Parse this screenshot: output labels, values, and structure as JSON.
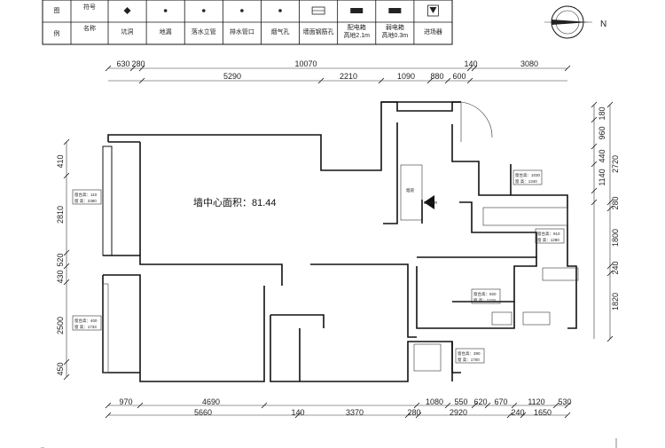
{
  "legend": {
    "row_labels": [
      "图",
      "例"
    ],
    "col_headers": [
      "符号",
      "名称"
    ],
    "items": [
      {
        "name": "坑洞",
        "symbol": "diamond-cross-icon"
      },
      {
        "name": "地漏",
        "symbol": "dot-icon"
      },
      {
        "name": "落水立管",
        "symbol": "dot-icon"
      },
      {
        "name": "排水管口",
        "symbol": "dot-icon"
      },
      {
        "name": "烟气孔",
        "symbol": "dot-icon"
      },
      {
        "name": "墙面钢筋孔",
        "symbol": "grid-box-icon"
      },
      {
        "name": "配电箱",
        "line2": "高地2.1m",
        "symbol": "filled-bar-icon"
      },
      {
        "name": "弱电箱",
        "line2": "高地0.3m",
        "symbol": "filled-bar-icon"
      },
      {
        "name": "进场器",
        "symbol": "triangle-icon"
      }
    ]
  },
  "compass": {
    "label": "N"
  },
  "area_label": "墙中心面积：81.44",
  "top_dims": {
    "row1": [
      "630",
      "280",
      "10070",
      "140",
      "3080"
    ],
    "row2": [
      "5290",
      "2210",
      "1090",
      "880",
      "600"
    ]
  },
  "bottom_dims": {
    "row1": [
      "970",
      "4690",
      "1080",
      "550",
      "620",
      "670",
      "1120",
      "530"
    ],
    "row2": [
      "5660",
      "140",
      "3370",
      "280",
      "2920",
      "240",
      "1650"
    ]
  },
  "left_dims": [
    "410",
    "2810",
    "520",
    "430",
    "2500",
    "450"
  ],
  "right_dims": [
    "180",
    "960",
    "440",
    "1140",
    "2720",
    "280",
    "1800",
    "240",
    "1820"
  ],
  "window_notes": [
    {
      "sill": "窗台高：110",
      "height": "窗  高：2380"
    },
    {
      "sill": "窗台高：400",
      "height": "窗  高：1733"
    },
    {
      "sill": "窗台高：1030",
      "height": "窗  高：1340"
    },
    {
      "sill": "窗台高：910",
      "height": "窗  高：1280"
    },
    {
      "sill": "窗台高：920",
      "height": "窗  高：1210"
    },
    {
      "sill": "窗台高：390",
      "height": "窗  高：1700"
    }
  ],
  "inner_labels": {
    "pipe": "烟道",
    "enter": "ENTER"
  }
}
